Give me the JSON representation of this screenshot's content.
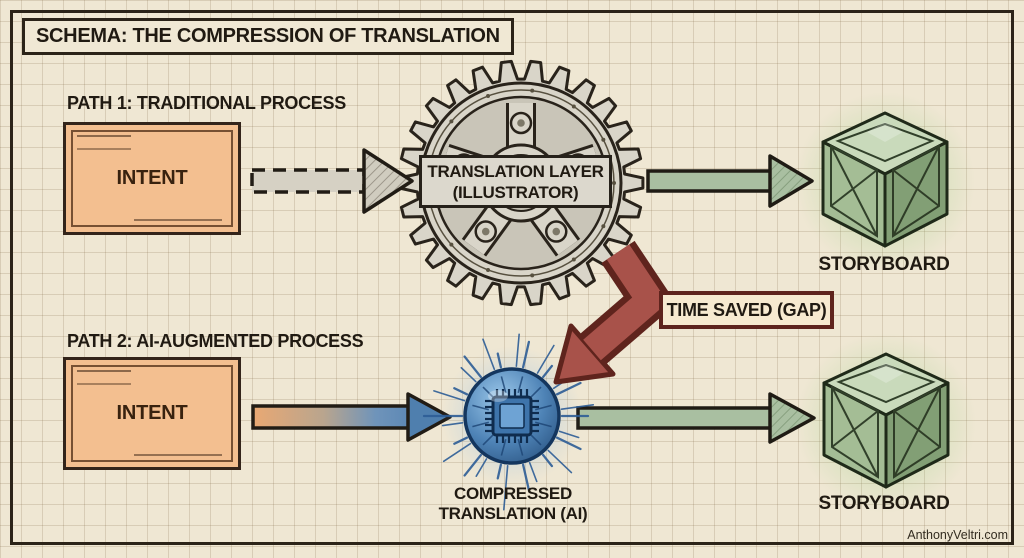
{
  "title": "SCHEMA: THE COMPRESSION OF TRANSLATION",
  "attribution": "AnthonyVeltri.com",
  "colors": {
    "paper": "#efe7d3",
    "grid_line": "#d5c8ac",
    "ink": "#2b2318",
    "intent_fill": "#f3bf90",
    "gear_fill": "#d9d5c9",
    "label_plate_fill": "#dcd8cd",
    "arrow_gray": "#d6d1c4",
    "arrow_green": "#a9bfa1",
    "arrow_red": "#a8524a",
    "arrow_red_outline": "#5f241d",
    "ai_blue": "#3e74ab",
    "cube_green": "#a4bd95",
    "badge_fill": "#f7ead0"
  },
  "path1": {
    "heading": "PATH 1: TRADITIONAL PROCESS",
    "intent_label": "INTENT",
    "translation_node": {
      "line1": "TRANSLATION LAYER",
      "line2": "(ILLUSTRATOR)"
    },
    "output_label": "STORYBOARD"
  },
  "path2": {
    "heading": "PATH 2: AI-AUGMENTED PROCESS",
    "intent_label": "INTENT",
    "translation_node": {
      "line1": "COMPRESSED",
      "line2": "TRANSLATION (AI)"
    },
    "output_label": "STORYBOARD"
  },
  "gap_badge": "TIME SAVED (GAP)"
}
